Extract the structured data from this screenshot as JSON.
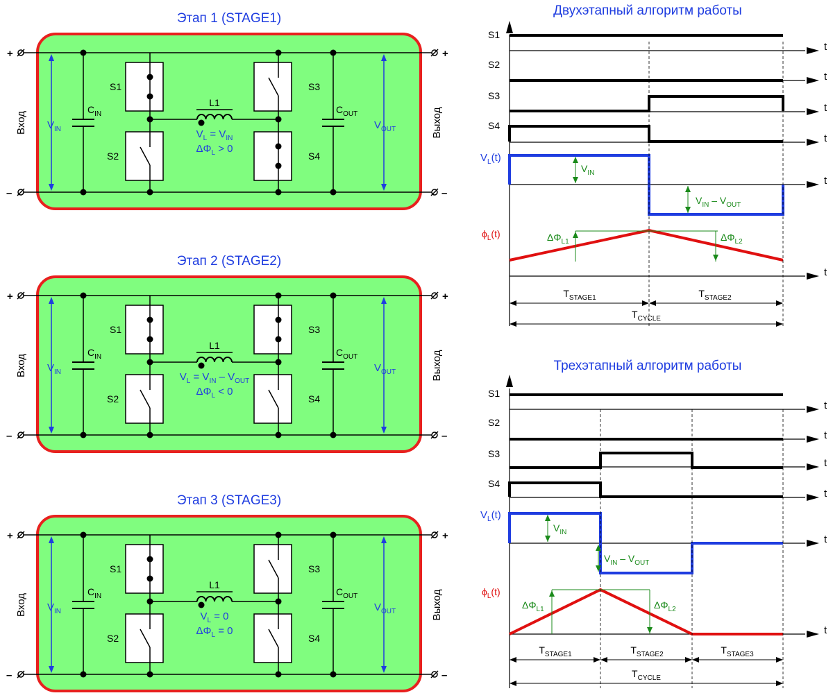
{
  "stages": [
    {
      "title": "Этап 1 (STAGE1)",
      "eq1_a": "V",
      "eq1_sub": "L",
      "eq1_b": " = V",
      "eq1_sub2": "IN",
      "eq1_c": "",
      "eq1_sub3": "",
      "eq2_a": "ΔΦ",
      "eq2_sub": "L",
      "eq2_b": " > 0",
      "s1": "closed",
      "s2": "open",
      "s3": "open",
      "s4": "closed"
    },
    {
      "title": "Этап 2 (STAGE2)",
      "eq1_a": "V",
      "eq1_sub": "L",
      "eq1_b": " = V",
      "eq1_sub2": "IN",
      "eq1_c": " – V",
      "eq1_sub3": "OUT",
      "eq2_a": "ΔΦ",
      "eq2_sub": "L",
      "eq2_b": " < 0",
      "s1": "closed",
      "s2": "open",
      "s3": "closed",
      "s4": "open"
    },
    {
      "title": "Этап 3 (STAGE3)",
      "eq1_a": "V",
      "eq1_sub": "L",
      "eq1_b": " = 0",
      "eq1_sub2": "",
      "eq1_c": "",
      "eq1_sub3": "",
      "eq2_a": "ΔΦ",
      "eq2_sub": "L",
      "eq2_b": " = 0",
      "s1": "closed",
      "s2": "open",
      "s3": "open",
      "s4": "open"
    }
  ],
  "circuit": {
    "input_label": "Вход",
    "output_label": "Выход",
    "plus": "+",
    "minus": "–",
    "vin": "V",
    "vin_sub": "IN",
    "vout": "V",
    "vout_sub": "OUT",
    "cin": "C",
    "cin_sub": "IN",
    "cout": "C",
    "cout_sub": "OUT",
    "inductor": "L1",
    "s1": "S1",
    "s2": "S2",
    "s3": "S3",
    "s4": "S4"
  },
  "colors": {
    "frame": "#e8201e",
    "fill": "#80fd7f",
    "blue": "#1f3de0",
    "green": "#1a8a1a",
    "red": "#e01010",
    "black": "#000000"
  },
  "timing_two": {
    "title": "Двухэтапный алгоритм работы",
    "signals": [
      "S1",
      "S2",
      "S3",
      "S4"
    ],
    "axis": "t",
    "vl": "V",
    "vl_sub": "L",
    "vl_t": "(t)",
    "phi": "ϕ",
    "phi_sub": "L",
    "phi_t": "(t)",
    "vin": "V",
    "vin_sub": "IN",
    "vdiff_a": "V",
    "vdiff_sub": "IN",
    "vdiff_b": " – V",
    "vdiff_sub2": "OUT",
    "dphi1": "ΔΦ",
    "dphi1_sub": "L1",
    "dphi2": "ΔΦ",
    "dphi2_sub": "L2",
    "ts1": "T",
    "ts1_sub": "STAGE1",
    "ts2": "T",
    "ts2_sub": "STAGE2",
    "tc": "T",
    "tc_sub": "CYCLE"
  },
  "timing_three": {
    "title": "Трехэтапный алгоритм работы",
    "signals": [
      "S1",
      "S2",
      "S3",
      "S4"
    ],
    "axis": "t",
    "vl": "V",
    "vl_sub": "L",
    "vl_t": "(t)",
    "phi": "ϕ",
    "phi_sub": "L",
    "phi_t": "(t)",
    "vin": "V",
    "vin_sub": "IN",
    "vdiff_a": "V",
    "vdiff_sub": "IN",
    "vdiff_b": " – V",
    "vdiff_sub2": "OUT",
    "dphi1": "ΔΦ",
    "dphi1_sub": "L1",
    "dphi2": "ΔΦ",
    "dphi2_sub": "L2",
    "ts1": "T",
    "ts1_sub": "STAGE1",
    "ts2": "T",
    "ts2_sub": "STAGE2",
    "ts3": "T",
    "ts3_sub": "STAGE3",
    "tc": "T",
    "tc_sub": "CYCLE"
  }
}
